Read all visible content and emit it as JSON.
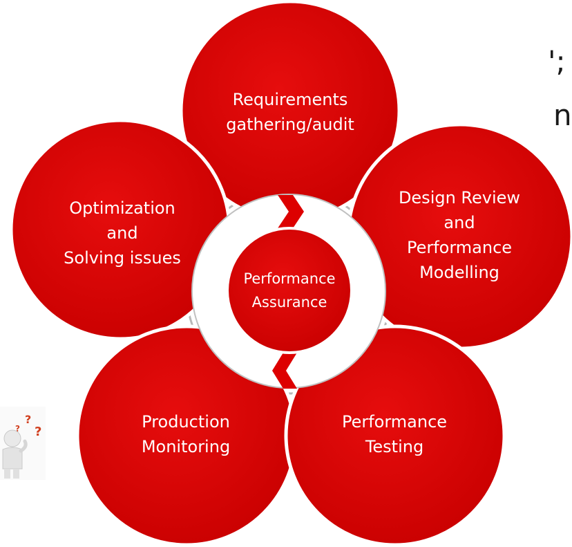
{
  "edge_text": {
    "line1": "';",
    "line2": "n"
  },
  "center": {
    "lines": [
      "Performance",
      "Assurance"
    ]
  },
  "petals": [
    {
      "id": "requirements",
      "lines": [
        "Requirements",
        "gathering/audit"
      ]
    },
    {
      "id": "design",
      "lines": [
        "Design Review",
        "and",
        "Performance",
        "Modelling"
      ]
    },
    {
      "id": "testing",
      "lines": [
        "Performance",
        "Testing"
      ]
    },
    {
      "id": "monitoring",
      "lines": [
        "Production",
        "Monitoring"
      ]
    },
    {
      "id": "optimization",
      "lines": [
        "Optimization",
        "and",
        "Solving issues"
      ]
    }
  ],
  "colors": {
    "petal": "#dd0000",
    "petal_edge": "#ffffff",
    "ring": "#ffffff",
    "ring_edge": "#b8b8b8",
    "chevron": "#dd0000"
  },
  "person_icon": "thinking-person-question-marks-icon"
}
